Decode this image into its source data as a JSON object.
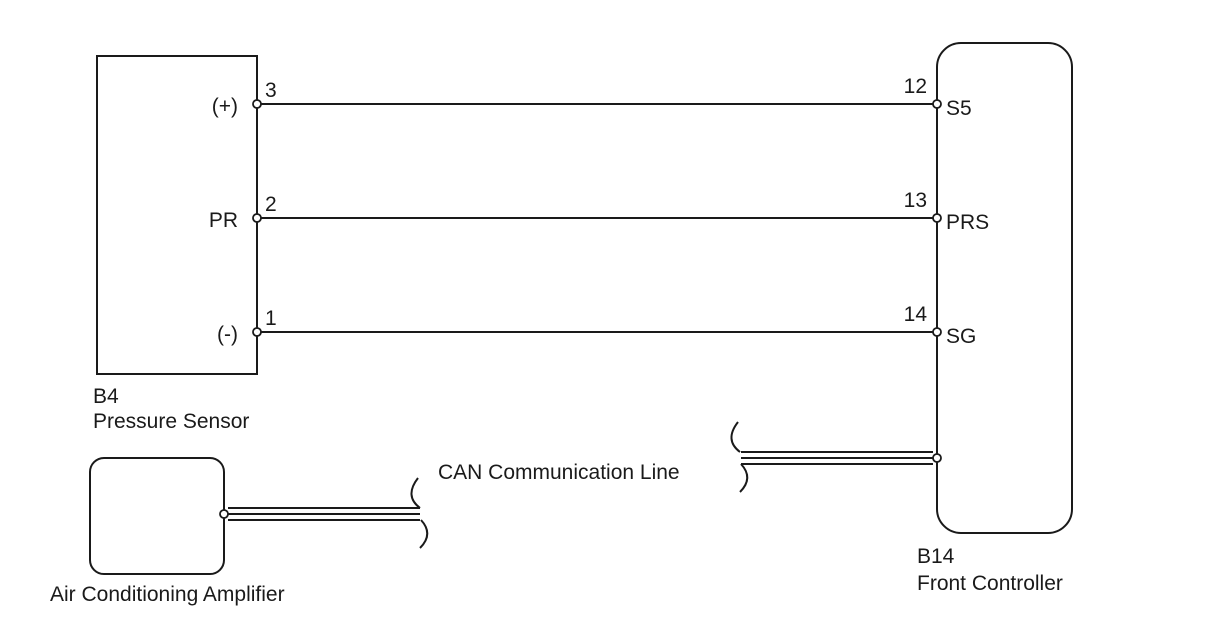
{
  "pressure_sensor": {
    "code": "B4",
    "name": "Pressure Sensor",
    "pins": [
      {
        "signal": "(+)",
        "number": "3"
      },
      {
        "signal": "PR",
        "number": "2"
      },
      {
        "signal": "(-)",
        "number": "1"
      }
    ]
  },
  "front_controller": {
    "code": "B14",
    "name": "Front Controller",
    "pins": [
      {
        "signal": "S5",
        "number": "12"
      },
      {
        "signal": "PRS",
        "number": "13"
      },
      {
        "signal": "SG",
        "number": "14"
      }
    ]
  },
  "air_conditioning_amplifier": {
    "name": "Air Conditioning Amplifier"
  },
  "can_line": {
    "label": "CAN Communication Line"
  },
  "colors": {
    "line": "#1a1a1a",
    "background": "#ffffff"
  }
}
